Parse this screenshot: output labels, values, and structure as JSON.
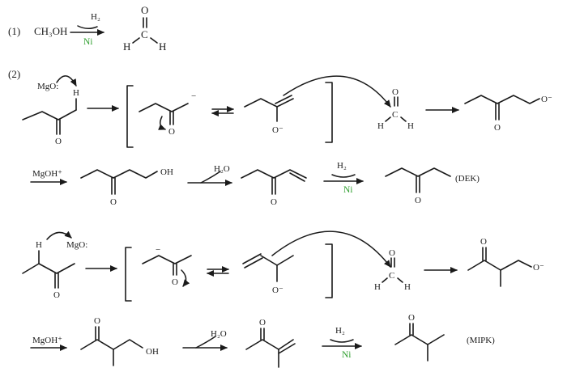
{
  "labels": {
    "rxn1": "(1)",
    "rxn2": "(2)",
    "methanol": "CH₃OH",
    "h2": "H₂",
    "ni": "Ni",
    "h2o": "H₂O",
    "mgo": "MgO:",
    "mgoh": "MgOH⁺",
    "H": "H",
    "C": "C",
    "O": "O",
    "OH": "OH",
    "Ominus": "O⁻",
    "minus": "−",
    "dek": "(DEK)",
    "mipk": "(MIPK)"
  },
  "colors": {
    "catalyst": "#2e9e2e",
    "ink": "#1a1a1a"
  }
}
